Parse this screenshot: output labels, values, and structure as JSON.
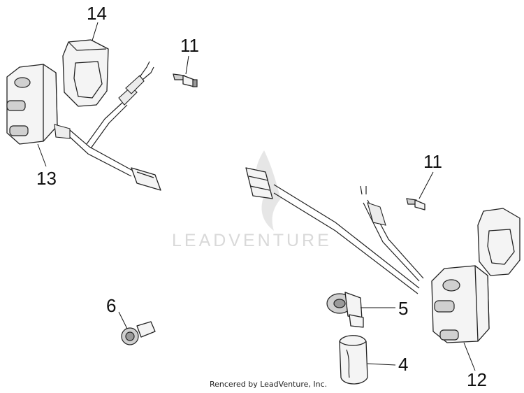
{
  "callouts": {
    "c14": "14",
    "c11a": "11",
    "c13": "13",
    "c11b": "11",
    "c6": "6",
    "c5": "5",
    "c4": "4",
    "c12": "12"
  },
  "watermark": "LEADVENTURE",
  "credit": "Rencered by LeadVenture, Inc."
}
